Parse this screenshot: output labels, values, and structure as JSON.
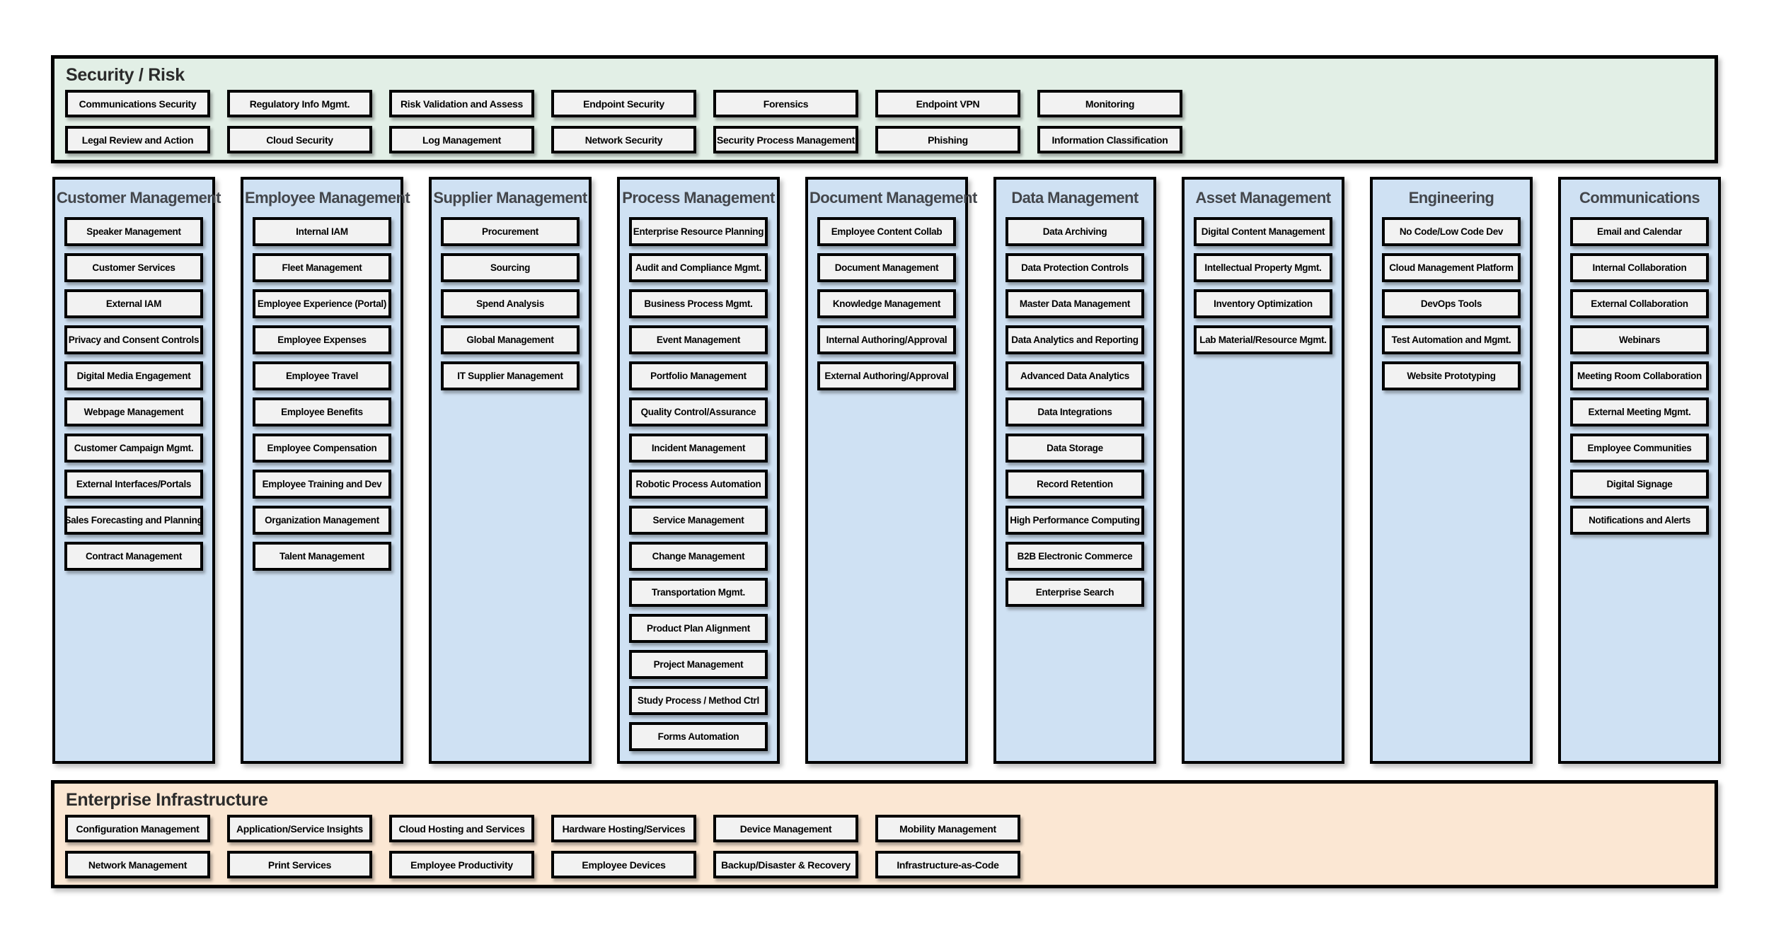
{
  "colors": {
    "security_bg": "#e2efe6",
    "column_bg": "#cfe1f3",
    "infrastructure_bg": "#fbe7d3",
    "box_bg": "#f2f2f2",
    "border": "#000000",
    "box_text": "#000000",
    "band_title_color": "#2b2b2b",
    "column_title_color": "#43464b"
  },
  "security": {
    "title": "Security / Risk",
    "rows": [
      [
        "Communications Security",
        "Regulatory Info Mgmt.",
        "Risk Validation and Assess",
        "Endpoint Security",
        "Forensics",
        "Endpoint VPN",
        "Monitoring"
      ],
      [
        "Legal Review and Action",
        "Cloud Security",
        "Log Management",
        "Network Security",
        "Security Process Management",
        "Phishing",
        "Information Classification"
      ]
    ]
  },
  "columns": [
    {
      "title": "Customer Management",
      "items": [
        "Speaker Management",
        "Customer Services",
        "External IAM",
        "Privacy and Consent Controls",
        "Digital Media Engagement",
        "Webpage Management",
        "Customer Campaign Mgmt.",
        "External Interfaces/Portals",
        "Sales Forecasting and Planning",
        "Contract Management"
      ]
    },
    {
      "title": "Employee Management",
      "items": [
        "Internal IAM",
        "Fleet Management",
        "Employee Experience (Portal)",
        "Employee Expenses",
        "Employee Travel",
        "Employee Benefits",
        "Employee Compensation",
        "Employee Training and Dev",
        "Organization Management",
        "Talent Management"
      ]
    },
    {
      "title": "Supplier Management",
      "items": [
        "Procurement",
        "Sourcing",
        "Spend Analysis",
        "Global Management",
        "IT Supplier Management"
      ]
    },
    {
      "title": "Process Management",
      "items": [
        "Enterprise Resource Planning",
        "Audit and Compliance Mgmt.",
        "Business Process Mgmt.",
        "Event Management",
        "Portfolio Management",
        "Quality Control/Assurance",
        "Incident Management",
        "Robotic Process Automation",
        "Service Management",
        "Change Management",
        "Transportation Mgmt.",
        "Product Plan Alignment",
        "Project Management",
        "Study Process / Method Ctrl",
        "Forms Automation"
      ]
    },
    {
      "title": "Document Management",
      "items": [
        "Employee Content Collab",
        "Document Management",
        "Knowledge Management",
        "Internal Authoring/Approval",
        "External Authoring/Approval"
      ]
    },
    {
      "title": "Data Management",
      "items": [
        "Data Archiving",
        "Data Protection Controls",
        "Master Data Management",
        "Data Analytics and Reporting",
        "Advanced Data Analytics",
        "Data Integrations",
        "Data Storage",
        "Record Retention",
        "High Performance Computing",
        "B2B Electronic Commerce",
        "Enterprise Search"
      ]
    },
    {
      "title": "Asset Management",
      "items": [
        "Digital Content Management",
        "Intellectual Property Mgmt.",
        "Inventory Optimization",
        "Lab Material/Resource Mgmt."
      ]
    },
    {
      "title": "Engineering",
      "items": [
        "No Code/Low Code Dev",
        "Cloud Management Platform",
        "DevOps Tools",
        "Test Automation and Mgmt.",
        "Website Prototyping"
      ]
    },
    {
      "title": "Communications",
      "items": [
        "Email and Calendar",
        "Internal Collaboration",
        "External Collaboration",
        "Webinars",
        "Meeting Room Collaboration",
        "External Meeting Mgmt.",
        "Employee Communities",
        "Digital Signage",
        "Notifications and Alerts"
      ]
    }
  ],
  "infrastructure": {
    "title": "Enterprise Infrastructure",
    "rows": [
      [
        "Configuration Management",
        "Application/Service Insights",
        "Cloud Hosting and Services",
        "Hardware Hosting/Services",
        "Device Management",
        "Mobility Management"
      ],
      [
        "Network Management",
        "Print Services",
        "Employee Productivity",
        "Employee Devices",
        "Backup/Disaster & Recovery",
        "Infrastructure-as-Code"
      ]
    ]
  }
}
